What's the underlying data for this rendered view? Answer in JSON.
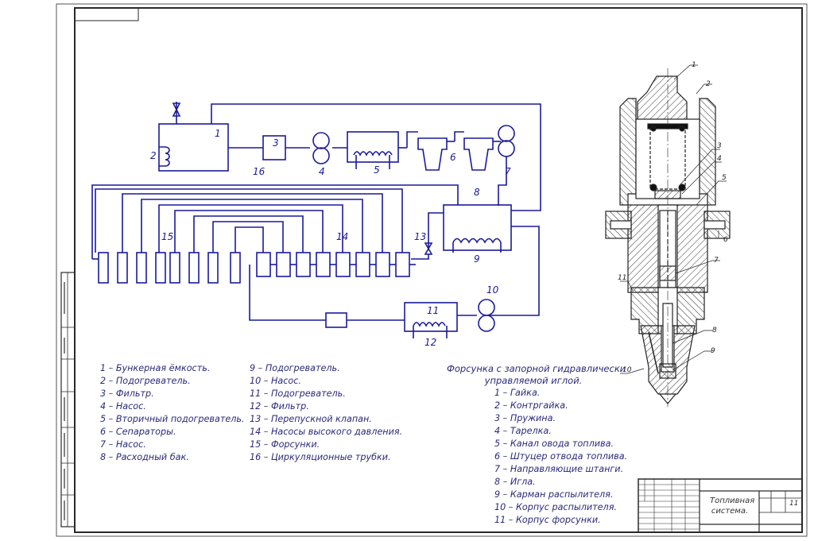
{
  "schematic_labels": {
    "n1": "1",
    "n2": "2",
    "n3": "3",
    "n4": "4",
    "n5": "5",
    "n6": "6",
    "n7": "7",
    "n8": "8",
    "n9": "9",
    "n10": "10",
    "n11": "11",
    "n12": "12",
    "n13": "13",
    "n14": "14",
    "n15": "15",
    "n16": "16"
  },
  "injector_labels": {
    "n1": "1",
    "n2": "2",
    "n3": "3",
    "n4": "4",
    "n5": "5",
    "n6": "6",
    "n7": "7",
    "n8": "8",
    "n9": "9",
    "n10": "10",
    "n11": "11"
  },
  "legend_left": [
    "1 – Бункерная ёмкость.",
    "2 – Подогреватель.",
    "3 – Фильтр.",
    "4 – Насос.",
    "5 – Вторичный подогреватель.",
    "6 – Сепараторы.",
    "7 – Насос.",
    "8 – Расходный бак."
  ],
  "legend_mid": [
    "9 – Подогреватель.",
    "10 – Насос.",
    "11 – Подогреватель.",
    "12 – Фильтр.",
    "13 – Перепускной клапан.",
    "14 – Насосы высокого давления.",
    "15 – Форсунки.",
    "16 – Циркуляционные трубки."
  ],
  "injector_title": [
    "Форсунка с запорной гидравлически",
    "управляемой иглой."
  ],
  "legend_right": [
    "1 – Гайка.",
    "2 – Контргайка.",
    "3 – Пружина.",
    "4 – Тарелка.",
    "5 – Канал овода топлива.",
    "6 – Штуцер отвода топлива.",
    "7 – Направляющие штанги.",
    "8 – Игла.",
    "9 – Карман распылителя.",
    "10 – Корпус распылителя.",
    "11 – Корпус форсунки."
  ],
  "title_block": {
    "title_line1": "Топливная",
    "title_line2": "система.",
    "sheet_number": "11"
  },
  "colors": {
    "ink": "#1a1a9a",
    "frame": "#2a2a2a",
    "hatch": "#333333",
    "text": "#2a2a7a"
  }
}
